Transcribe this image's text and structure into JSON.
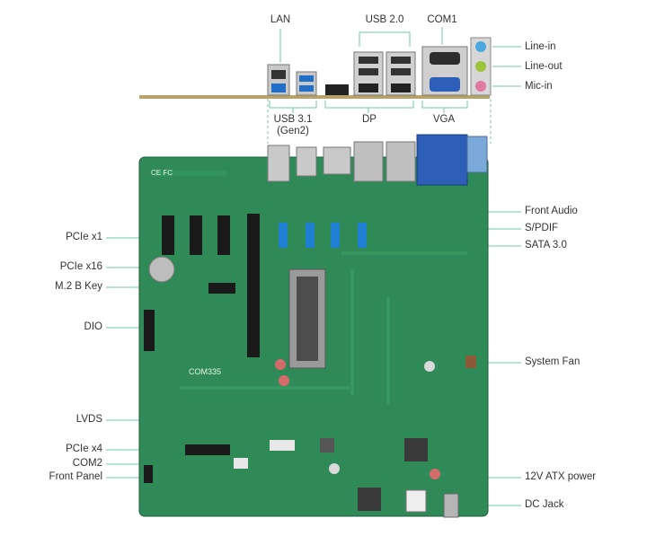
{
  "labels": {
    "top": {
      "lan": "LAN",
      "usb20": "USB 2.0",
      "com1": "COM1"
    },
    "right_audio": {
      "line_in": "Line-in",
      "line_out": "Line-out",
      "mic_in": "Mic-in"
    },
    "rear_bottom": {
      "usb31_line1": "USB 3.1",
      "usb31_line2": "(Gen2)",
      "dp": "DP",
      "vga": "VGA"
    },
    "left": {
      "pcie_x1": "PCIe x1",
      "pcie_x16": "PCIe x16",
      "m2_b_key": "M.2 B Key",
      "dio": "DIO",
      "lvds": "LVDS",
      "pcie_x4": "PCIe x4",
      "com2": "COM2",
      "front_panel": "Front Panel"
    },
    "right": {
      "front_audio": "Front Audio",
      "spdif": "S/PDIF",
      "sata": "SATA 3.0",
      "system_fan": "System Fan",
      "atx_power": "12V ATX power",
      "dc_jack": "DC Jack"
    }
  },
  "board": {
    "model_marking": "COM335",
    "ce_marking": "CE FC"
  },
  "colors": {
    "pcb": "#2f8a57",
    "pcb_dark": "#236b43",
    "callout_line": "#6fc9a8",
    "label_text": "#333333",
    "slot_black": "#1a1a1a",
    "sata_blue": "#1f7fd0",
    "vga_blue": "#2d5fb8"
  }
}
